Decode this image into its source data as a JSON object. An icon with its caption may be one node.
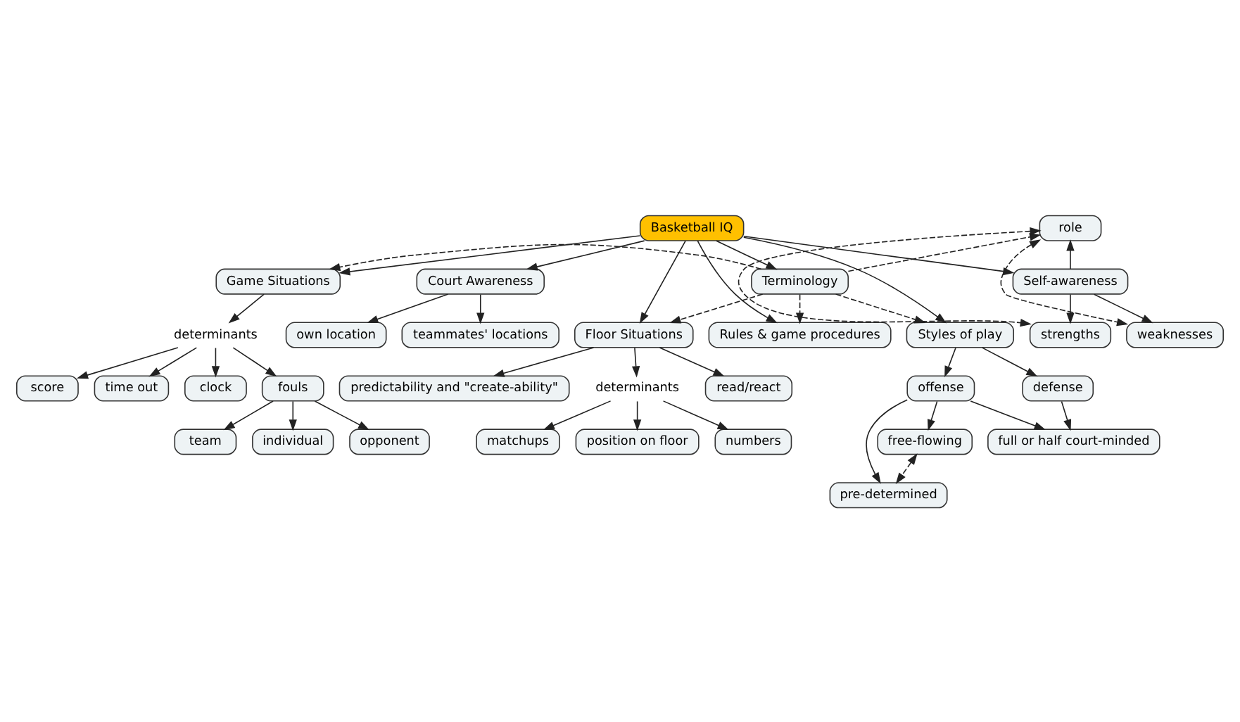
{
  "diagram": {
    "nodes": [
      {
        "text": [
          "Basketball IQ"
        ]
      },
      {
        "text": [
          "Terminology"
        ]
      },
      {
        "text": [
          "Game Situations"
        ]
      },
      {
        "text": [
          "determinants"
        ]
      },
      {
        "text": [
          "score"
        ]
      },
      {
        "text": [
          "time out"
        ]
      },
      {
        "text": [
          "clock"
        ]
      },
      {
        "text": [
          "fouls"
        ]
      },
      {
        "text": [
          "team"
        ]
      },
      {
        "text": [
          "individual"
        ]
      },
      {
        "text": [
          "opponent"
        ]
      },
      {
        "text": [
          "role"
        ]
      },
      {
        "text": [
          "Self-awareness"
        ]
      },
      {
        "text": [
          "strengths"
        ]
      },
      {
        "text": [
          "weaknesses"
        ]
      },
      {
        "text": [
          "Rules & game procedures"
        ]
      },
      {
        "text": [
          "Styles of play"
        ]
      },
      {
        "text": [
          "free-flowing"
        ]
      },
      {
        "text": [
          "offense"
        ]
      },
      {
        "text": [
          "defense"
        ]
      },
      {
        "text": [
          "pre-determined"
        ]
      },
      {
        "text": [
          "full or half court-minded"
        ]
      },
      {
        "text": [
          "Floor Situations"
        ]
      },
      {
        "text": [
          "determinants"
        ]
      },
      {
        "text": [
          "matchups"
        ]
      },
      {
        "text": [
          "position on floor"
        ]
      },
      {
        "text": [
          "numbers"
        ]
      },
      {
        "text": [
          "read/react"
        ]
      },
      {
        "text": [
          "predictability and \"create-ability\""
        ]
      },
      {
        "text": [
          "Court Awareness"
        ]
      },
      {
        "text": [
          "own location"
        ]
      },
      {
        "text": [
          "teammates' locations"
        ]
      }
    ],
    "edges": [
      {
        "from": 0,
        "to": 1,
        "arrow": "to"
      },
      {
        "from": 0,
        "to": 2,
        "arrow": "to"
      },
      {
        "from": 0,
        "to": 12,
        "arrow": "to"
      },
      {
        "from": 0,
        "to": 15,
        "arrow": "to"
      },
      {
        "from": 0,
        "to": 16,
        "arrow": "to"
      },
      {
        "from": 0,
        "to": 22,
        "arrow": "to"
      },
      {
        "from": 0,
        "to": 29,
        "arrow": "to"
      },
      {
        "from": 1,
        "to": 11,
        "arrow": "to",
        "style": "dashed"
      },
      {
        "from": 1,
        "to": 2,
        "arrow": "to",
        "style": "dashed"
      },
      {
        "from": 1,
        "to": 15,
        "arrow": "to",
        "style": "dashed"
      },
      {
        "from": 1,
        "to": 16,
        "arrow": "to",
        "style": "dashed"
      },
      {
        "from": 1,
        "to": 22,
        "arrow": "to",
        "style": "dashed"
      },
      {
        "from": 2,
        "to": 3,
        "arrow": "to"
      },
      {
        "from": 3,
        "to": 4,
        "arrow": "to"
      },
      {
        "from": 3,
        "to": 5,
        "arrow": "to"
      },
      {
        "from": 3,
        "to": 6,
        "arrow": "to"
      },
      {
        "from": 3,
        "to": 7,
        "arrow": "to"
      },
      {
        "from": 7,
        "to": 8,
        "arrow": "to"
      },
      {
        "from": 7,
        "to": 9,
        "arrow": "to"
      },
      {
        "from": 7,
        "to": 10,
        "arrow": "to"
      },
      {
        "from": 12,
        "to": 11,
        "arrow": "to"
      },
      {
        "from": 12,
        "to": 13,
        "arrow": "to"
      },
      {
        "from": 12,
        "to": 14,
        "arrow": "to"
      },
      {
        "from": 11,
        "to": 13,
        "arrow": "both",
        "style": "dashed"
      },
      {
        "from": 11,
        "to": 14,
        "arrow": "both",
        "style": "dashed"
      },
      {
        "from": 16,
        "to": 18,
        "arrow": "to"
      },
      {
        "from": 16,
        "to": 19,
        "arrow": "to"
      },
      {
        "from": 18,
        "to": 17,
        "arrow": "to"
      },
      {
        "from": 18,
        "to": 20,
        "arrow": "to"
      },
      {
        "from": 17,
        "to": 20,
        "arrow": "both",
        "style": "dashed"
      },
      {
        "from": 18,
        "to": 21,
        "arrow": "to"
      },
      {
        "from": 19,
        "to": 21,
        "arrow": "to"
      },
      {
        "from": 22,
        "to": 23,
        "arrow": "to"
      },
      {
        "from": 23,
        "to": 24,
        "arrow": "to"
      },
      {
        "from": 23,
        "to": 25,
        "arrow": "to"
      },
      {
        "from": 23,
        "to": 26,
        "arrow": "to"
      },
      {
        "from": 22,
        "to": 27,
        "arrow": "to"
      },
      {
        "from": 22,
        "to": 28,
        "arrow": "to"
      },
      {
        "from": 29,
        "to": 30,
        "arrow": "to"
      },
      {
        "from": 29,
        "to": 31,
        "arrow": "to"
      }
    ]
  }
}
